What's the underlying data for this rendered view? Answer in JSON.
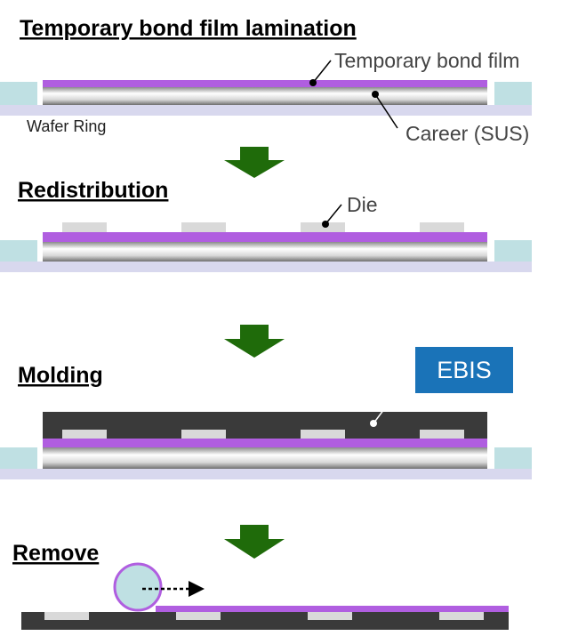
{
  "steps": [
    {
      "title": "Temporary bond film lamination"
    },
    {
      "title": "Redistribution"
    },
    {
      "title": "Molding"
    },
    {
      "title": "Remove"
    }
  ],
  "labels": {
    "temporary_bond_film": "Temporary bond film",
    "career": "Career (SUS)",
    "wafer_ring": "Wafer Ring",
    "die": "Die",
    "ebis": "EBIS"
  },
  "colors": {
    "film": "#b05ee0",
    "die": "#d9d9d9",
    "wafer_ring": "#bfe0e3",
    "ring_base": "#d8d8ee",
    "mold": "#3a3a3a",
    "arrow": "#1f6b0a",
    "ebis_box": "#1a73b8",
    "roller": "#bfe0e3"
  }
}
